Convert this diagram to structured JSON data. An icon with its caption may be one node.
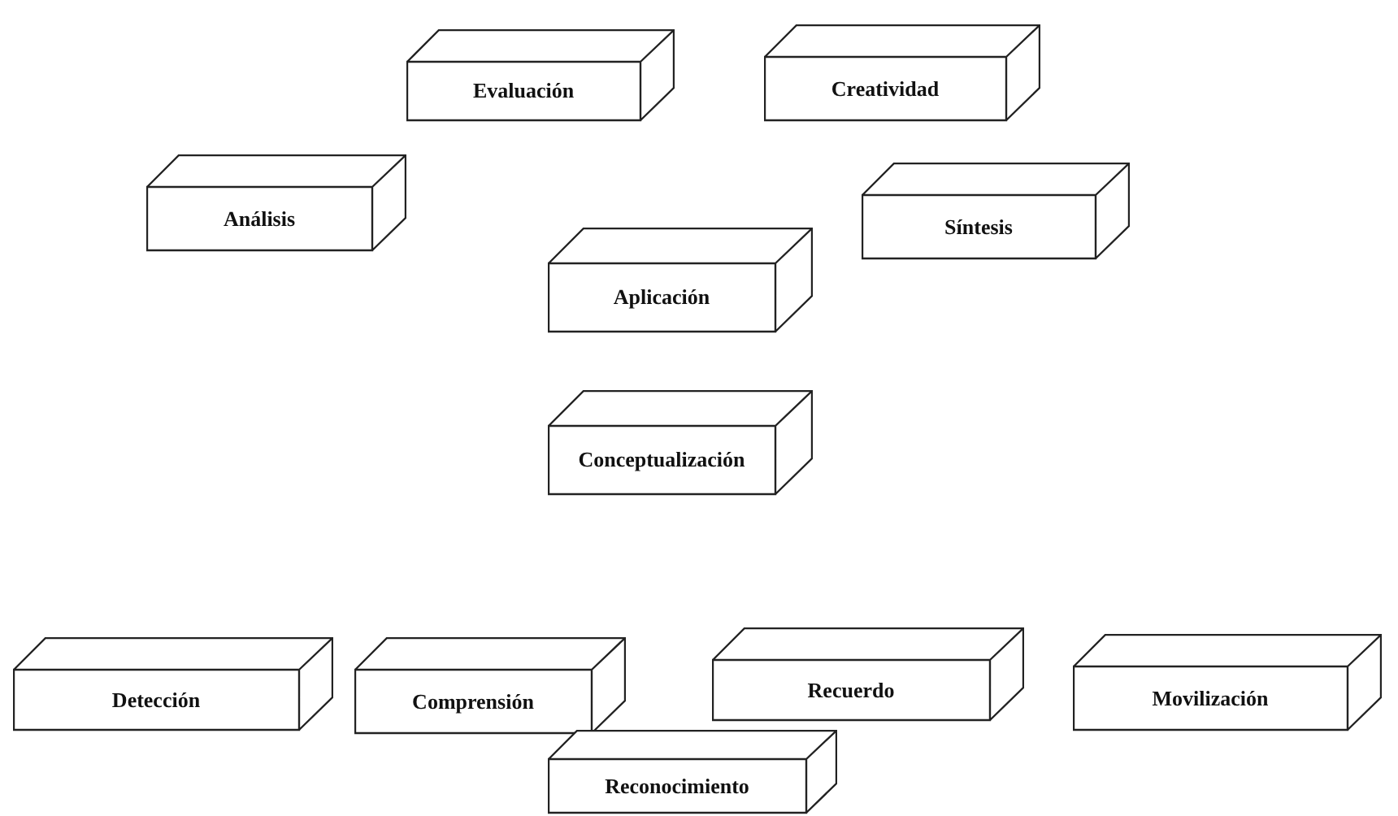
{
  "diagram": {
    "nodes": [
      {
        "text": [
          "Evaluación"
        ]
      },
      {
        "text": [
          "Creatividad"
        ]
      },
      {
        "text": [
          "Análisis"
        ]
      },
      {
        "text": [
          "Síntesis"
        ]
      },
      {
        "text": [
          "Aplicación"
        ]
      },
      {
        "text": [
          "Conceptualización"
        ]
      },
      {
        "text": [
          "Detección"
        ]
      },
      {
        "text": [
          "Comprensión"
        ]
      },
      {
        "text": [
          "Recuerdo"
        ]
      },
      {
        "text": [
          "Movilización"
        ]
      },
      {
        "text": [
          "Reconocimiento"
        ]
      }
    ]
  }
}
